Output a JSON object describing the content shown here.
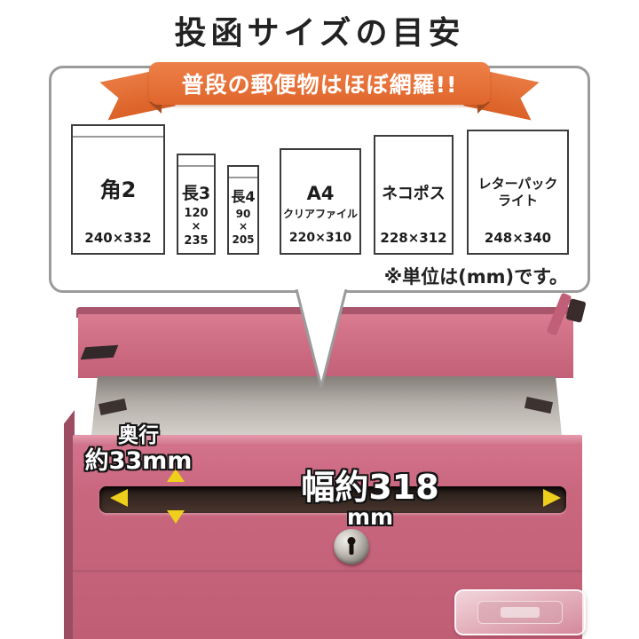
{
  "title": "投函サイズの目安",
  "ribbon": {
    "label": "普段の郵便物はほぼ網羅!!"
  },
  "size_guide": {
    "unit_note": "※単位は(mm)です。",
    "envelopes": [
      {
        "name": "角2",
        "size": "240×332"
      },
      {
        "name": "長3",
        "size": "120\n×\n235"
      },
      {
        "name": "長4",
        "size": "90\n×\n205"
      },
      {
        "name": "A4",
        "sub": "クリアファイル",
        "size": "220×310"
      },
      {
        "name": "ネコポス",
        "size": "228×312"
      },
      {
        "name": "レターパック\nライト",
        "size": "248×340"
      }
    ]
  },
  "mailbox": {
    "depth_label": "奥行",
    "depth_value": "約33mm",
    "width_value": "幅約318",
    "width_unit": "mm"
  },
  "colors": {
    "ribbon_orange": "#e0662c",
    "mailbox_pink": "#c9677f",
    "arrow_yellow": "#eecf1b",
    "bubble_border_gray": "#9b9b9b"
  }
}
